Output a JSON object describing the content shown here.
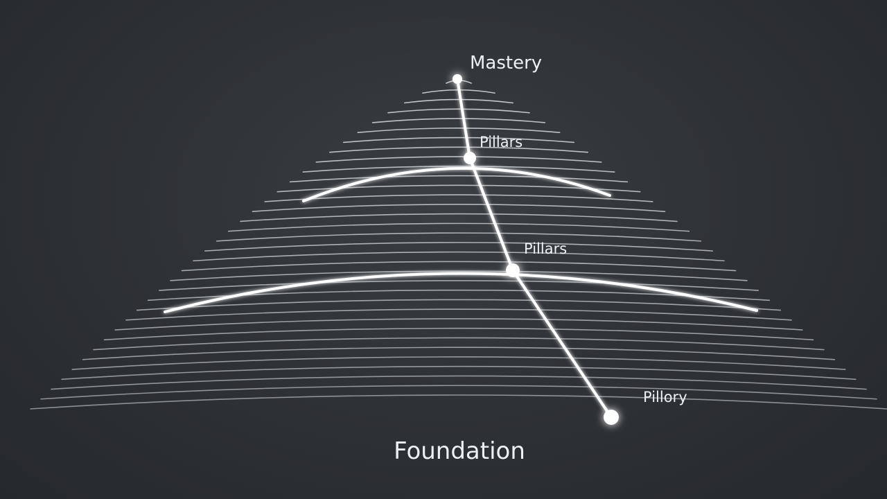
{
  "diagram": {
    "labels": {
      "top": "Mastery",
      "upper": "Pillars",
      "middle": "Pillars",
      "lower": "Pillory",
      "base": "Foundation"
    },
    "colors": {
      "background": "#2b2e31",
      "line": "#dfe4e7",
      "glow": "#ffffff"
    }
  }
}
